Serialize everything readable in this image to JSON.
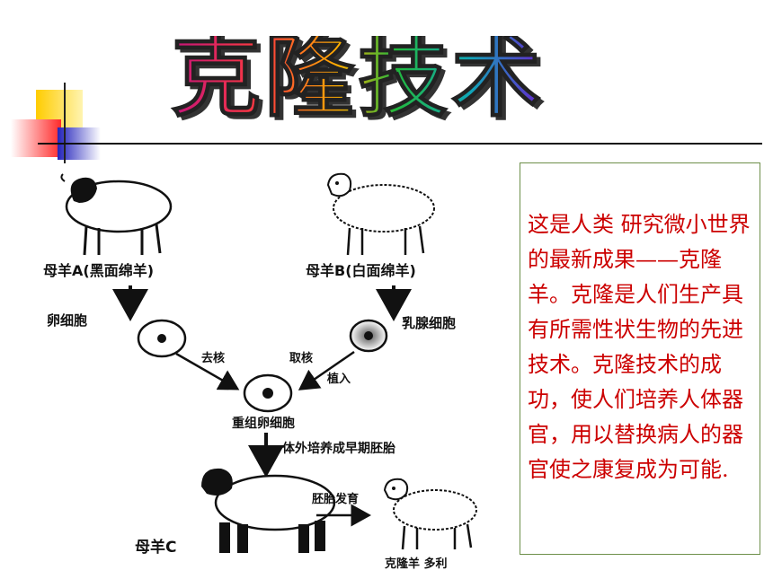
{
  "title": "克隆技术",
  "diagram": {
    "sheep_a_label": "母羊A(黑面绵羊)",
    "sheep_b_label": "母羊B(白面绵羊)",
    "egg_cell_label": "卵细胞",
    "mammary_cell_label": "乳腺细胞",
    "enucleate_label": "去核",
    "extract_nucleus_label": "取核",
    "implant_label": "植入",
    "recombined_egg_label": "重组卵细胞",
    "culture_label": "体外培养成早期胚胎",
    "embryo_dev_label": "胚胎发育",
    "sheep_c_label": "母羊C",
    "clone_label": "克隆羊  多利"
  },
  "description": "        这是人类 研究微小世界的最新成果——克隆羊。克隆是人们生产具有所需性状生物的先进技术。克隆技术的成功，使人们培养人体器官，用以替换病人的器官使之康复成为可能.",
  "colors": {
    "text_red": "#cc0000",
    "box_border": "#6d8f4a",
    "deco_yellow": "#ffcc00",
    "deco_red": "#ff3333",
    "deco_blue": "#3333cc"
  }
}
